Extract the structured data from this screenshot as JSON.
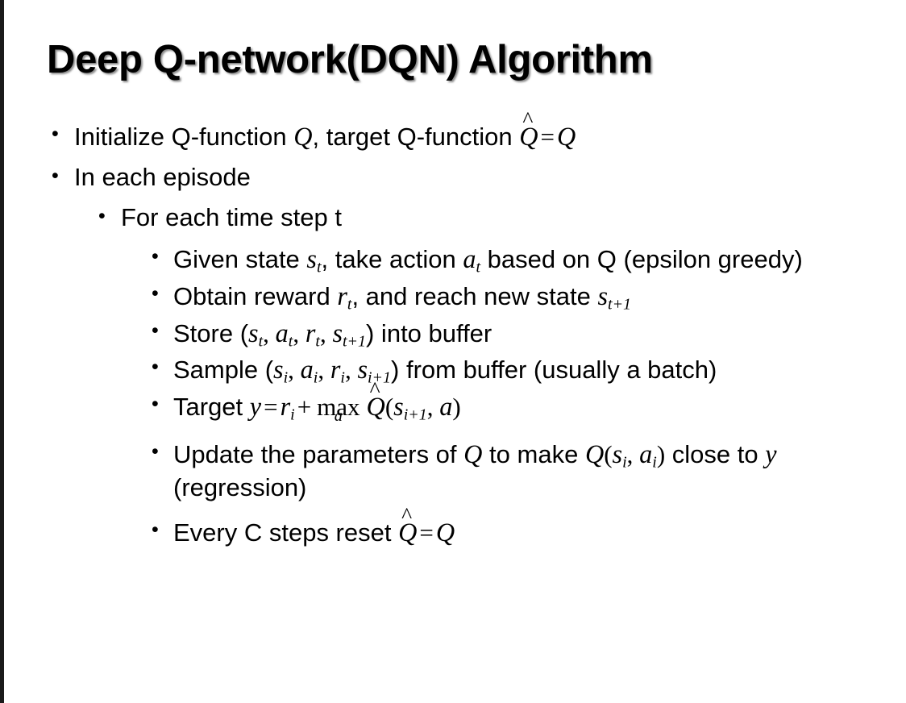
{
  "slide": {
    "title": "Deep Q-network(DQN) Algorithm",
    "background_color": "#ffffff",
    "text_color": "#000000",
    "edge_bar_color": "#1a1a1a",
    "bullet_marker": "•"
  },
  "content": {
    "b1": {
      "level": 1,
      "plain_text": "Initialize Q-function Q, target Q-function Q̂ = Q",
      "t1": "Initialize Q-function ",
      "m1": "Q",
      "t2": ", target Q-function ",
      "m2": "Q",
      "hat": "̂",
      "eq": "=",
      "m3": "Q"
    },
    "b2": {
      "level": 1,
      "plain_text": "In each episode",
      "t1": "In each episode"
    },
    "b3": {
      "level": 2,
      "plain_text": "For each time step t",
      "t1": "For each time step t"
    },
    "b4": {
      "level": 3,
      "plain_text": "Given state s_t, take action a_t based on Q (epsilon greedy)",
      "t1": "Given state ",
      "m1": "s",
      "sub1": "t",
      "t2": ", take action ",
      "m2": "a",
      "sub2": "t",
      "t3": " based on Q (epsilon greedy)"
    },
    "b5": {
      "level": 3,
      "plain_text": "Obtain reward r_t, and reach new state s_{t+1}",
      "t1": "Obtain reward ",
      "m1": "r",
      "sub1": "t",
      "t2": ", and reach new state ",
      "m2": "s",
      "sub2": "t+1"
    },
    "b6": {
      "level": 3,
      "plain_text": "Store (s_t, a_t, r_t, s_{t+1}) into buffer",
      "t1": "Store (",
      "m1": "s",
      "sub1": "t",
      "sep1": ", ",
      "m2": "a",
      "sub2": "t",
      "sep2": ", ",
      "m3": "r",
      "sub3": "t",
      "sep3": ", ",
      "m4": "s",
      "sub4": "t+1",
      "t2": ") into buffer"
    },
    "b7": {
      "level": 3,
      "plain_text": "Sample (s_i, a_i, r_i, s_{i+1}) from buffer (usually a batch)",
      "t1": "Sample (",
      "m1": "s",
      "sub1": "i",
      "sep1": ", ",
      "m2": "a",
      "sub2": "i",
      "sep2": ", ",
      "m3": "r",
      "sub3": "i",
      "sep3": ", ",
      "m4": "s",
      "sub4": "i+1",
      "t2": ") from buffer (usually a batch)"
    },
    "b8": {
      "level": 3,
      "plain_text": "Target y = r_i + max_a Q̂(s_{i+1}, a)",
      "t1": "Target ",
      "m1": "y",
      "eq": "=",
      "m2": "r",
      "sub2": "i",
      "plus": "+",
      "maxop": "max",
      "maxsub": "a",
      "m3": "Q",
      "hat": "̂",
      "paren_open": "(",
      "m4": "s",
      "sub4": "i+1",
      "sep": ", ",
      "m5": "a",
      "paren_close": ")"
    },
    "b9": {
      "level": 3,
      "plain_text": "Update the parameters of Q to make Q(s_i, a_i) close to y (regression)",
      "t1": "Update the parameters of ",
      "m1": "Q",
      "t2": " to make ",
      "m2": "Q",
      "paren_open": "(",
      "m3": "s",
      "sub3": "i",
      "sep": ", ",
      "m4": "a",
      "sub4": "i",
      "paren_close": ")",
      "t3": " close to ",
      "m5": "y",
      "t4": " (regression)"
    },
    "b10": {
      "level": 3,
      "plain_text": "Every C steps reset Q̂ = Q",
      "t1": "Every C steps reset ",
      "m1": "Q",
      "hat": "̂",
      "eq": "=",
      "m2": "Q"
    }
  }
}
